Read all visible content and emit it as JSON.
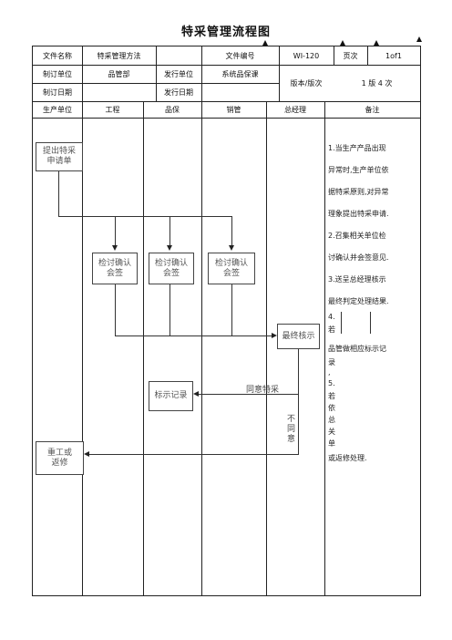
{
  "title": "特采管理流程图",
  "header": {
    "doc_name_label": "文件名称",
    "doc_name_value": "特采管理方法",
    "doc_no_label": "文件编号",
    "doc_no_value": "WI-120",
    "page_label": "页次",
    "page_value": "1of1",
    "made_unit_label": "制订单位",
    "made_unit_value": "品管部",
    "issue_unit_label": "发行单位",
    "issue_unit_value": "系统品保课",
    "version_label": "版本/版次",
    "version_value": "1  版  4  次",
    "made_date_label": "制订日期",
    "issue_date_label": "发行日期"
  },
  "columns": [
    "生产单位",
    "工程",
    "品保",
    "销管",
    "总经理",
    "备注"
  ],
  "flow": {
    "apply_line1": "提出特采",
    "apply_line2": "申请单",
    "review_line1": "检讨确认",
    "review_line2": "会签",
    "final": "最终核示",
    "record": "标示记录",
    "rework_line1": "重工或",
    "rework_line2": "返修",
    "agree": "同意特采",
    "disagree": [
      "不",
      "同",
      "意"
    ]
  },
  "remarks": {
    "lines": [
      "1.当生产产品出现",
      "异常时,生产单位依",
      "据特采原则,对异常",
      "理象提出特采申请.",
      "2.召集相关单位检",
      "讨确认并会签意见.",
      "3.送呈总经理核示",
      "最终判定处理结果."
    ],
    "item4_num": "4.",
    "item4_char": "若",
    "item4_text": "品管做相应标示记",
    "item4_end": "录",
    "item4_comma": ",",
    "item5_num": "5.",
    "item5_chars": [
      "若",
      "依",
      "总",
      "关",
      "单"
    ],
    "item5_end": "或返修处理."
  }
}
